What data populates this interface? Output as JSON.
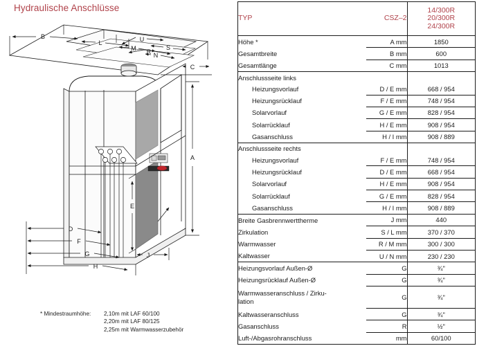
{
  "title": "Hydraulische Anschlüsse",
  "colors": {
    "accent_red": "#b0424a",
    "line": "#1a1a1a",
    "panel_gray": "#808080"
  },
  "table": {
    "header": {
      "type_label": "TYP",
      "symbol_label": "CSZ–2",
      "models": [
        "14/300R",
        "20/300R",
        "24/300R"
      ]
    },
    "rows": [
      {
        "name": "Höhe *",
        "symbol": "A mm",
        "value": "1850",
        "indent": false,
        "rule": "full"
      },
      {
        "name": "Gesamtbreite",
        "symbol": "B mm",
        "value": "600",
        "indent": false,
        "rule": "part"
      },
      {
        "name": "Gesamtlänge",
        "symbol": "C mm",
        "value": "1013",
        "indent": false,
        "rule": "part"
      },
      {
        "name": "Anschlussseite links",
        "symbol": "",
        "value": "",
        "indent": false,
        "rule": "full"
      },
      {
        "name": "Heizungsvorlauf",
        "symbol": "D / E mm",
        "value": "668 / 954",
        "indent": true,
        "rule": "none"
      },
      {
        "name": "Heizungsrücklauf",
        "symbol": "F / E mm",
        "value": "748 / 954",
        "indent": true,
        "rule": "part"
      },
      {
        "name": "Solarvorlauf",
        "symbol": "G / E mm",
        "value": "828 / 954",
        "indent": true,
        "rule": "part"
      },
      {
        "name": "Solarrücklauf",
        "symbol": "H / E mm",
        "value": "908 / 954",
        "indent": true,
        "rule": "part"
      },
      {
        "name": "Gasanschluss",
        "symbol": "H / I mm",
        "value": "908 / 889",
        "indent": true,
        "rule": "part"
      },
      {
        "name": "Anschlussseite rechts",
        "symbol": "",
        "value": "",
        "indent": false,
        "rule": "full"
      },
      {
        "name": "Heizungsvorlauf",
        "symbol": "F / E mm",
        "value": "748 / 954",
        "indent": true,
        "rule": "none"
      },
      {
        "name": "Heizungsrücklauf",
        "symbol": "D / E mm",
        "value": "668 / 954",
        "indent": true,
        "rule": "part"
      },
      {
        "name": "Solarvorlauf",
        "symbol": "H / E mm",
        "value": "908 / 954",
        "indent": true,
        "rule": "part"
      },
      {
        "name": "Solarrücklauf",
        "symbol": "G / E mm",
        "value": "828 / 954",
        "indent": true,
        "rule": "part"
      },
      {
        "name": "Gasanschluss",
        "symbol": "H / I mm",
        "value": "908 / 889",
        "indent": true,
        "rule": "part"
      },
      {
        "name": "Breite Gasbrennwerttherme",
        "symbol": "J mm",
        "value": "440",
        "indent": false,
        "rule": "full"
      },
      {
        "name": "Zirkulation",
        "symbol": "S / L mm",
        "value": "370 / 370",
        "indent": false,
        "rule": "part"
      },
      {
        "name": "Warmwasser",
        "symbol": "R / M mm",
        "value": "300 / 300",
        "indent": false,
        "rule": "part"
      },
      {
        "name": "Kaltwasser",
        "symbol": "U / N mm",
        "value": "230 / 230",
        "indent": false,
        "rule": "part"
      },
      {
        "name": "Heizungsvorlauf Außen-Ø",
        "symbol": "G",
        "value": "¾\"",
        "indent": false,
        "rule": "full"
      },
      {
        "name": "Heizungsrücklauf Außen-Ø",
        "symbol": "G",
        "value": "¾\"",
        "indent": false,
        "rule": "part"
      },
      {
        "name": "Warmwasseranschluss / Zirku-\nlation",
        "symbol": "G",
        "value": "¾\"",
        "indent": false,
        "rule": "part"
      },
      {
        "name": "Kaltwasseranschluss",
        "symbol": "G",
        "value": "¾\"",
        "indent": false,
        "rule": "part"
      },
      {
        "name": "Gasanschluss",
        "symbol": "R",
        "value": "½\"",
        "indent": false,
        "rule": "part"
      },
      {
        "name": "Luft-/Abgasrohranschluss",
        "symbol": "mm",
        "value": "60/100",
        "indent": false,
        "rule": "part"
      }
    ]
  },
  "footnote": {
    "marker": "*",
    "label": "Mindestraumhöhe:",
    "lines": [
      "2,10m mit LAF 60/100",
      "2,20m mit LAF 80/125",
      "2,25m mit Warmwasserzubehör"
    ]
  },
  "drawing": {
    "dimension_labels": [
      "B",
      "L",
      "M",
      "N",
      "U",
      "R",
      "S",
      "C",
      "A",
      "E",
      "D",
      "F",
      "G",
      "H",
      "J"
    ]
  }
}
